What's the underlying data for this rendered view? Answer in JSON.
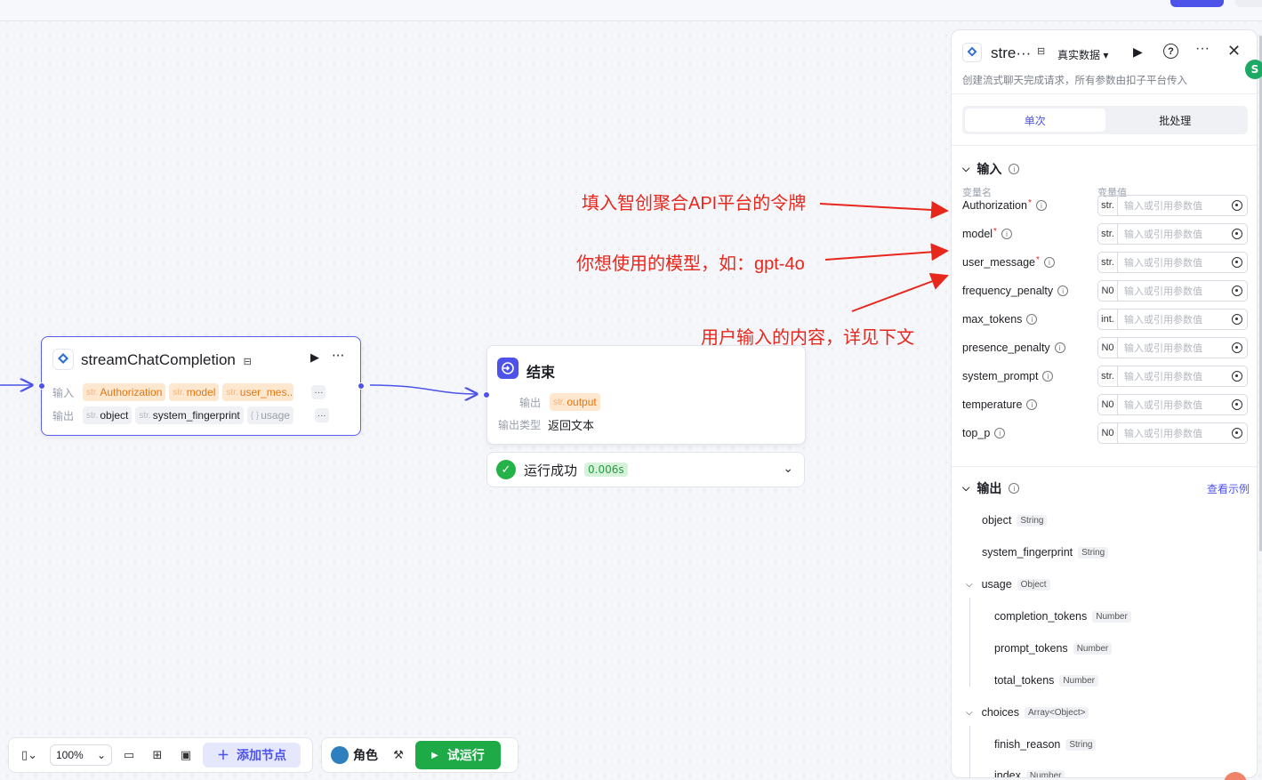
{
  "canvas": {
    "stream_node": {
      "title": "streamChatCompletion",
      "input_label": "输入",
      "output_label": "输出",
      "inputs": [
        {
          "type": "str.",
          "name": "Authorization"
        },
        {
          "type": "str.",
          "name": "model"
        },
        {
          "type": "str.",
          "name": "user_mes..."
        }
      ],
      "outputs": [
        {
          "type": "str.",
          "name": "object"
        },
        {
          "type": "str.",
          "name": "system_fingerprint"
        },
        {
          "type": "{ }",
          "name": "usage"
        }
      ]
    },
    "end_node": {
      "title": "结束",
      "output_label": "输出",
      "output_tag_type": "str.",
      "output_tag_name": "output",
      "output_type_label": "输出类型",
      "output_type_value": "返回文本"
    },
    "run_status": {
      "text": "运行成功",
      "time": "0.006s"
    }
  },
  "annotations": {
    "token": "填入智创聚合API平台的令牌",
    "model": "你想使用的模型，如：gpt-4o",
    "user_input": "用户输入的内容，详见下文"
  },
  "toolbar": {
    "zoom": "100%",
    "add_node": "添加节点",
    "role": "角色",
    "test_run": "试运行"
  },
  "panel": {
    "title": "stre···",
    "data_mode": "真实数据",
    "description": "创建流式聊天完成请求，所有参数由扣子平台传入",
    "tabs": [
      "单次",
      "批处理"
    ],
    "input_section": "输入",
    "col_name": "变量名",
    "col_value": "变量值",
    "placeholder": "输入或引用参数值",
    "params": [
      {
        "name": "Authorization",
        "required": true,
        "type": "str."
      },
      {
        "name": "model",
        "required": true,
        "type": "str."
      },
      {
        "name": "user_message",
        "required": true,
        "type": "str."
      },
      {
        "name": "frequency_penalty",
        "required": false,
        "type": "N0"
      },
      {
        "name": "max_tokens",
        "required": false,
        "type": "int."
      },
      {
        "name": "presence_penalty",
        "required": false,
        "type": "N0"
      },
      {
        "name": "system_prompt",
        "required": false,
        "type": "str."
      },
      {
        "name": "temperature",
        "required": false,
        "type": "N0"
      },
      {
        "name": "top_p",
        "required": false,
        "type": "N0"
      }
    ],
    "output_section": "输出",
    "view_example": "查看示例",
    "outputs": {
      "object": {
        "name": "object",
        "type": "String"
      },
      "system_fingerprint": {
        "name": "system_fingerprint",
        "type": "String"
      },
      "usage": {
        "name": "usage",
        "type": "Object"
      },
      "completion_tokens": {
        "name": "completion_tokens",
        "type": "Number"
      },
      "prompt_tokens": {
        "name": "prompt_tokens",
        "type": "Number"
      },
      "total_tokens": {
        "name": "total_tokens",
        "type": "Number"
      },
      "choices": {
        "name": "choices",
        "type": "Array<Object>"
      },
      "finish_reason": {
        "name": "finish_reason",
        "type": "String"
      },
      "index": {
        "name": "index",
        "type": "Number"
      }
    }
  },
  "colors": {
    "accent": "#4d53e8",
    "annotation": "#e8271c",
    "success": "#25b249"
  }
}
